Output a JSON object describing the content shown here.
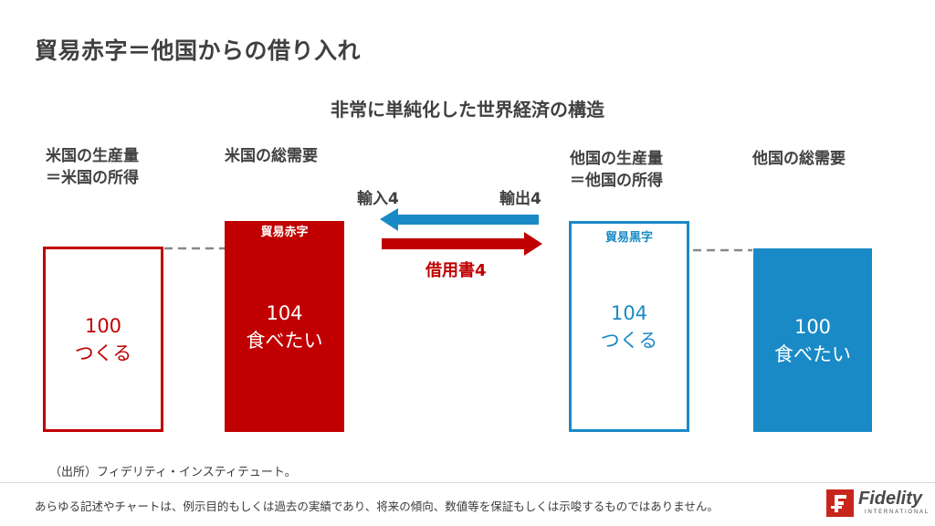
{
  "title": "貿易赤字＝他国からの借り入れ",
  "subtitle": "非常に単純化した世界経済の構造",
  "columns": {
    "us_production": [
      "米国の生産量",
      "＝米国の所得"
    ],
    "us_demand": "米国の総需要",
    "other_production": [
      "他国の生産量",
      "＝他国の所得"
    ],
    "other_demand": "他国の総需要"
  },
  "boxes": {
    "us_production": {
      "value": "100",
      "label": "つくる"
    },
    "us_demand": {
      "tag": "貿易赤字",
      "value": "104",
      "label": "食べたい"
    },
    "other_production": {
      "tag": "貿易黒字",
      "value": "104",
      "label": "つくる"
    },
    "other_demand": {
      "value": "100",
      "label": "食べたい"
    }
  },
  "flows": {
    "import": "輸入4",
    "export": "輸出4",
    "credit": "借用書4"
  },
  "colors": {
    "us_red": "#c00000",
    "other_blue": "#1a8ac6",
    "dash_gray": "#888888"
  },
  "source": "（出所）フィデリティ・インスティテュート。",
  "disclaimer": "あらゆる記述やチャートは、例示目的もしくは過去の実績であり、将来の傾向、数値等を保証もしくは示唆するものではありません。",
  "logo": {
    "name": "Fidelity",
    "sub": "INTERNATIONAL",
    "icon": "fidelity-f-icon"
  }
}
